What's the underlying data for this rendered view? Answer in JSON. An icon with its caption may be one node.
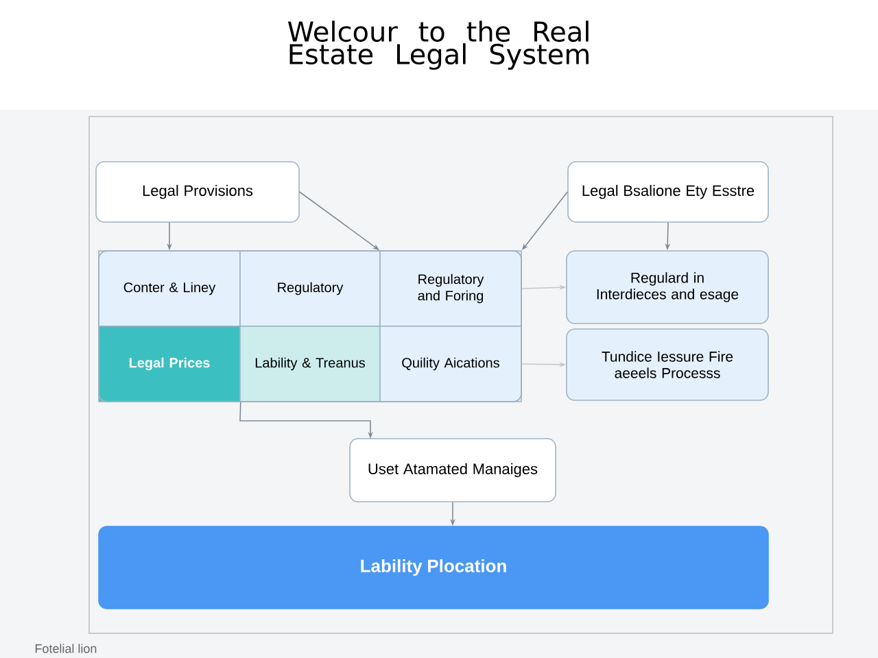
{
  "diagram": {
    "title": "Welcour to the Real Estate Legal System",
    "nodes": [
      {
        "text": [
          "Legal Provisions"
        ]
      },
      {
        "text": [
          "Legal Bsalione Ety Esstre"
        ]
      },
      {
        "text": [
          "Conter & Liney"
        ]
      },
      {
        "text": [
          "Regulatory"
        ]
      },
      {
        "text": [
          "Regulatory and Foring"
        ]
      },
      {
        "text": [
          "Legal Prices"
        ]
      },
      {
        "text": [
          "Lability & Treanus"
        ]
      },
      {
        "text": [
          "Quility Aications"
        ]
      },
      {
        "text": [
          "Regulard in Interdieces and esage"
        ]
      },
      {
        "text": [
          "Tundice Iessure Fire aeeels Processs"
        ]
      },
      {
        "text": [
          "Uset Atamated Manaiges"
        ]
      },
      {
        "text": [
          "Lability Plocation"
        ]
      }
    ],
    "edges": [
      {
        "from": 0,
        "to": 2,
        "arrow": "to"
      },
      {
        "from": 0,
        "to": 4,
        "arrow": "to"
      },
      {
        "from": 1,
        "to": 4,
        "arrow": "to"
      },
      {
        "from": 1,
        "to": 8,
        "arrow": "to"
      },
      {
        "from": 4,
        "to": 8,
        "arrow": "to",
        "color": "#c2c8ce"
      },
      {
        "from": 7,
        "to": 9,
        "arrow": "to",
        "color": "#c2c8ce"
      },
      {
        "from": 5,
        "to": 10,
        "arrow": "to"
      },
      {
        "from": 10,
        "to": 11,
        "arrow": "to"
      }
    ],
    "labels": [
      "Fotelial lion"
    ]
  }
}
